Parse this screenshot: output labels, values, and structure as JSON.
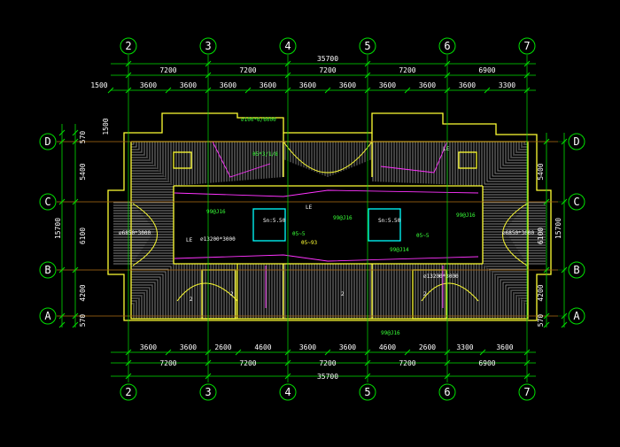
{
  "axes": {
    "columns": [
      "2",
      "3",
      "4",
      "5",
      "6",
      "7"
    ],
    "rows": [
      "D",
      "C",
      "B",
      "A"
    ]
  },
  "dimensions": {
    "overall": "35700",
    "top_bays": [
      "7200",
      "7200",
      "7200",
      "7200",
      "6900"
    ],
    "top_sub_lead": "1500",
    "top_subs": [
      "3600",
      "3600",
      "3600",
      "3600",
      "3600",
      "3600",
      "3600",
      "3600",
      "3600",
      "3300"
    ],
    "bottom_subs": [
      "3600",
      "3600",
      "2600",
      "4600",
      "3600",
      "3600",
      "4600",
      "2600",
      "3300",
      "3600"
    ],
    "bottom_bays": [
      "7200",
      "7200",
      "7200",
      "7200",
      "6900"
    ],
    "left_total": "15700",
    "left_parts": [
      "570",
      "5400",
      "6100",
      "4200",
      "570"
    ],
    "left_top_extra": "1500",
    "right_total": "15700",
    "right_parts": [
      "5400",
      "6100",
      "4200",
      "570"
    ]
  },
  "annotations": {
    "stair_labels": [
      "Sn:5.50",
      "Sn:5.50"
    ],
    "notes_green": [
      "⌀100*6/6000",
      "θ5*3/1/8",
      "99@J16",
      "99@J16",
      "99@J16",
      "99@J14",
      "99@J16",
      "θ5~5",
      "θ5~5"
    ],
    "notes_white": [
      "⌀6850*3000",
      "⌀6850*3000",
      "LE",
      "LE",
      "LE",
      "⌀13200*3000",
      "⌀13200*3000"
    ],
    "notes_yellow": [
      "θ5~93"
    ],
    "room_ids": [
      "2",
      "2",
      "2",
      "2"
    ]
  },
  "colors": {
    "grid_line": "#00e000",
    "wall": "#ffff33",
    "axis_red": "#ff2020",
    "cyan": "#00ffff",
    "magenta": "#ff33ff",
    "hatch": "#c9c9c9"
  }
}
